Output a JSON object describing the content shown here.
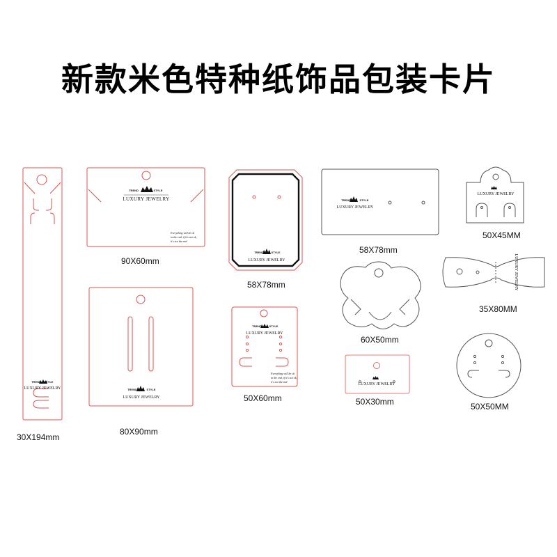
{
  "title": "新款米色特种纸饰品包装卡片",
  "colors": {
    "outline_red": "#d9534f",
    "outline_gray": "#555555",
    "ink": "#111111"
  },
  "brand": {
    "trend": "TREND",
    "style": "STYLE",
    "name": "LUXURY JEWELRY",
    "crown_icon": "crown-icon"
  },
  "script_lines": [
    "Everything will be ok",
    "in the end, if it's not ok,",
    "it's not the end"
  ],
  "labels": {
    "card_30x194": "30X194mm",
    "card_90x60": "90X60mm",
    "card_80x90": "80X90mm",
    "card_58x78_octagon": "58X78mm",
    "card_50x60": "50X60mm",
    "card_58x78_rect": "58X78mm",
    "card_60x50": "60X50mm",
    "card_50x30": "50X30mm",
    "card_50x45": "50X45MM",
    "card_35x80": "35X80MM",
    "card_50x50": "50X50MM"
  }
}
